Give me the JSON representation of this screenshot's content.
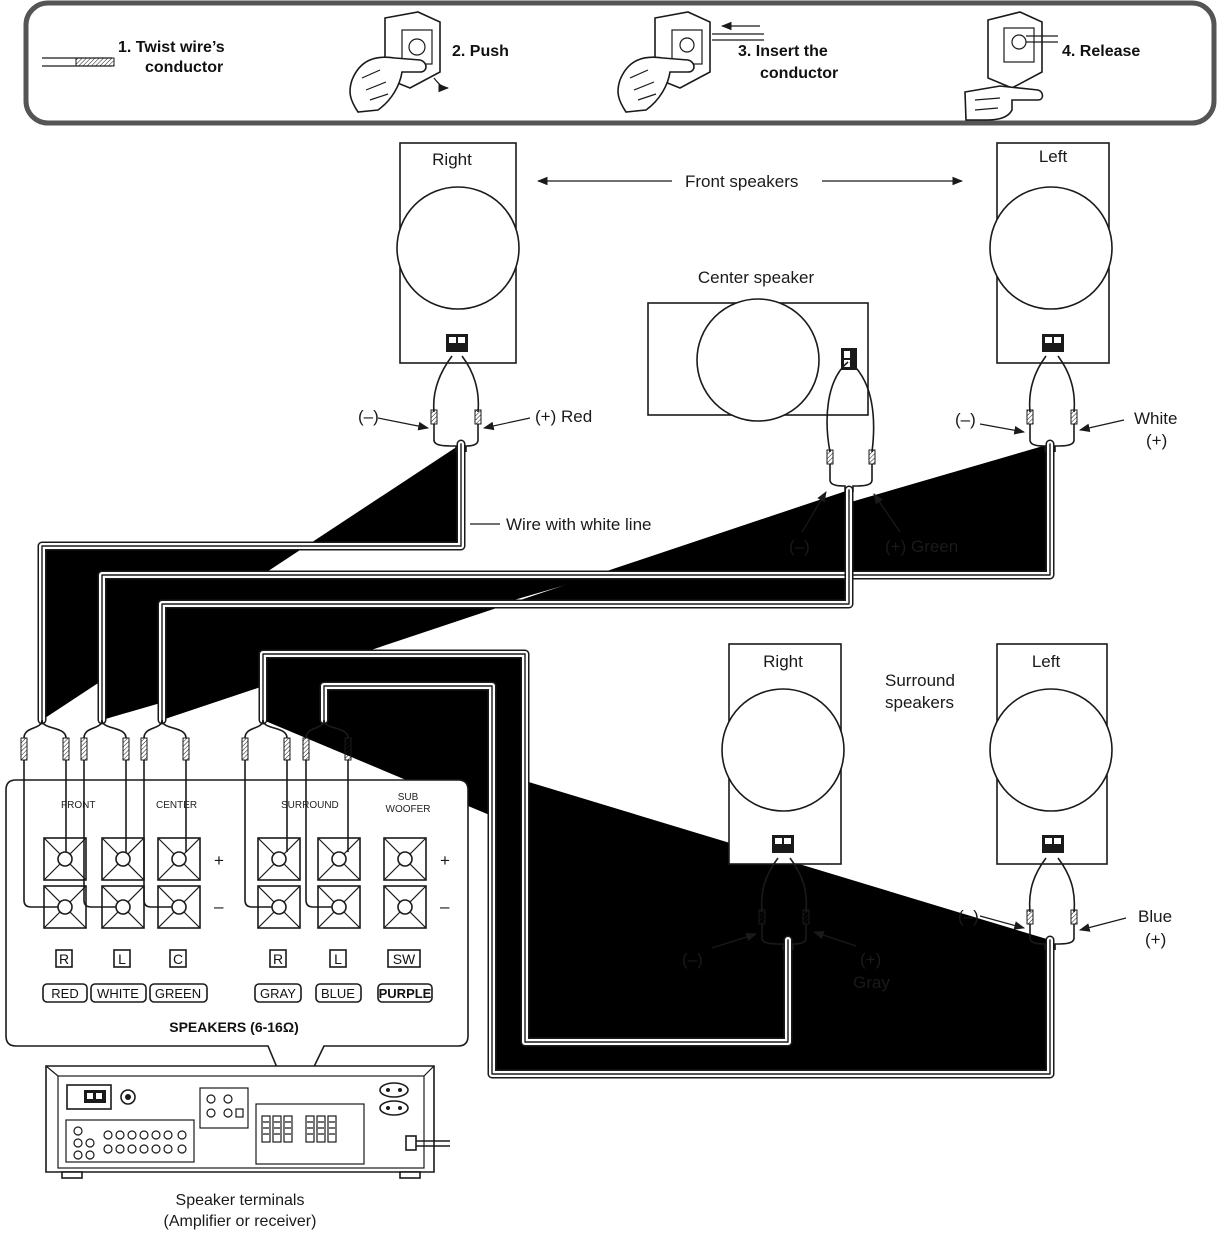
{
  "steps": [
    {
      "line1": "1. Twist wire’s",
      "line2": "conductor"
    },
    {
      "line1": "2. Push",
      "line2": ""
    },
    {
      "line1": "3. Insert the",
      "line2": "conductor"
    },
    {
      "line1": "4. Release",
      "line2": ""
    }
  ],
  "front": {
    "label": "Front speakers",
    "right_label": "Right",
    "left_label": "Left",
    "right_minus": "(–)",
    "right_plus": "(+) Red",
    "left_minus": "(–)",
    "left_plus_1": "White",
    "left_plus_2": "(+)"
  },
  "center": {
    "label": "Center speaker",
    "minus": "(–)",
    "plus": "(+) Green"
  },
  "wire_note": "Wire with white line",
  "surround": {
    "label_1": "Surround",
    "label_2": "speakers",
    "right_label": "Right",
    "left_label": "Left",
    "right_minus": "(–)",
    "right_plus_1": "(+)",
    "right_plus_2": "Gray",
    "left_minus": "(–)",
    "left_plus_1": "Blue",
    "left_plus_2": "(+)"
  },
  "panel": {
    "front": "FRONT",
    "center": "CENTER",
    "surround": "SURROUND",
    "sub_1": "SUB",
    "sub_2": "WOOFER",
    "plus": "+",
    "minus": "–",
    "channels": [
      "R",
      "L",
      "C",
      "R",
      "L",
      "SW"
    ],
    "colors": [
      "RED",
      "WHITE",
      "GREEN",
      "GRAY",
      "BLUE",
      "PURPLE"
    ],
    "title": "SPEAKERS (6-16Ω)"
  },
  "receiver": {
    "caption_1": "Speaker terminals",
    "caption_2": "(Amplifier or receiver)"
  }
}
